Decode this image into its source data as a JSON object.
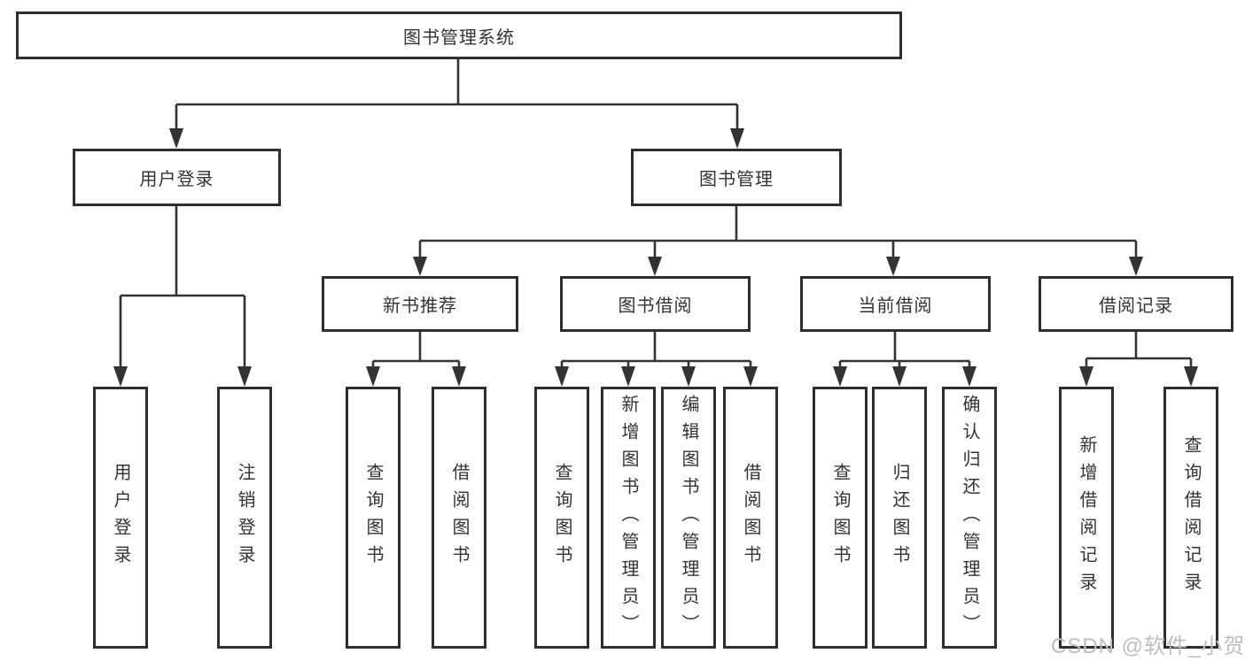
{
  "colors": {
    "line": "#333333",
    "box_border": "#2e2e2e",
    "text": "#333333",
    "watermark": "#bdbdbd",
    "background": "#ffffff"
  },
  "watermark": {
    "text": "CSDN @软件_小贺同学"
  },
  "tree": {
    "root": {
      "label": "图书管理系统"
    },
    "branches": [
      {
        "label": "用户登录",
        "children": [
          {
            "label": "用户登录"
          },
          {
            "label": "注销登录"
          }
        ]
      },
      {
        "label": "图书管理",
        "sections": [
          {
            "label": "新书推荐",
            "children": [
              {
                "label": "查询图书"
              },
              {
                "label": "借阅图书"
              }
            ]
          },
          {
            "label": "图书借阅",
            "children": [
              {
                "label": "查询图书"
              },
              {
                "label": "新增图书（管理员）"
              },
              {
                "label": "编辑图书（管理员）"
              },
              {
                "label": "借阅图书"
              }
            ]
          },
          {
            "label": "当前借阅",
            "children": [
              {
                "label": "查询图书"
              },
              {
                "label": "归还图书"
              },
              {
                "label": "确认归还（管理员）"
              }
            ]
          },
          {
            "label": "借阅记录",
            "children": [
              {
                "label": "新增借阅记录"
              },
              {
                "label": "查询借阅记录"
              }
            ]
          }
        ]
      }
    ]
  }
}
